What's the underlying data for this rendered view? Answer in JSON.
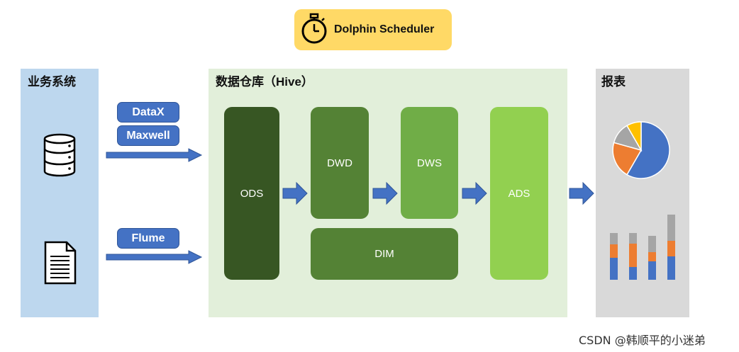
{
  "scheduler": {
    "label": "Dolphin Scheduler",
    "icon": "stopwatch-icon"
  },
  "business": {
    "title": "业务系统",
    "tags": [
      "DataX",
      "Maxwell",
      "Flume"
    ],
    "icons": [
      "database-icon",
      "document-icon"
    ]
  },
  "warehouse": {
    "title": "数据仓库（Hive）",
    "layers": {
      "ods": "ODS",
      "dwd": "DWD",
      "dws": "DWS",
      "dim": "DIM",
      "ads": "ADS"
    }
  },
  "report": {
    "title": "报表",
    "icons": [
      "pie-chart-icon",
      "stacked-bar-chart-icon"
    ]
  },
  "watermark": "CSDN @韩顺平的小迷弟",
  "colors": {
    "business_bg": "#bdd7ee",
    "warehouse_bg": "#e2efda",
    "report_bg": "#d9d9d9",
    "ods": "#375623",
    "dwd": "#548235",
    "dws": "#70ad47",
    "dim": "#548235",
    "ads": "#92d050",
    "arrow": "#4472c4",
    "scheduler_bg": "#ffd966"
  }
}
